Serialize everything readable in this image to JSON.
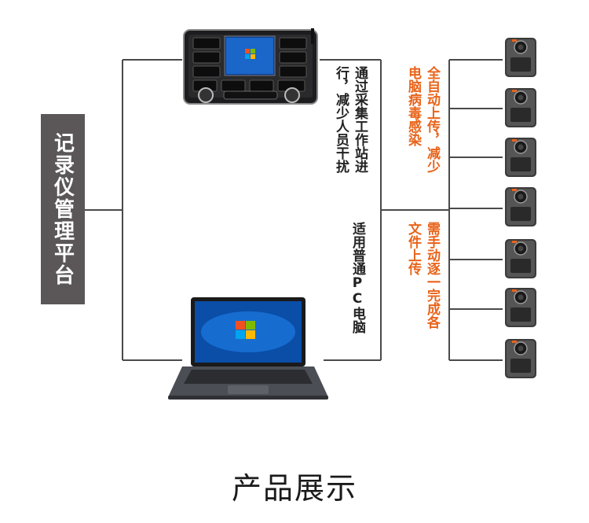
{
  "platform_label": "记录仪管理平台",
  "workstation_note_col1": "通过采集工作站进",
  "workstation_note_col2": "行，减少人员干扰",
  "pc_note": "适用普通PC电脑",
  "auto_upload_note_col1": "全自动上传，减少",
  "auto_upload_note_col2": "电脑病毒感染",
  "manual_upload_note_col1": "需手动逐一完成各",
  "manual_upload_note_col2": "文件上传",
  "caption": "产品展示",
  "colors": {
    "platform_bg": "#5b5758",
    "accent_orange": "#e8641b",
    "line": "#4a4a4a"
  }
}
